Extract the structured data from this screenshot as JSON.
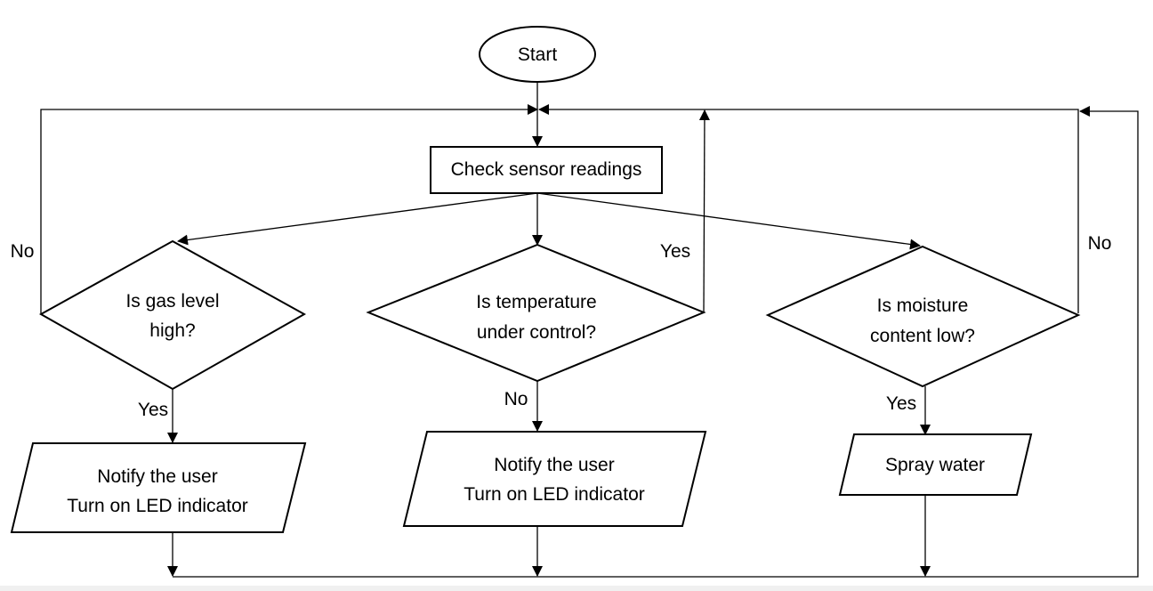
{
  "nodes": {
    "start": "Start",
    "check": "Check sensor readings",
    "gas_q": [
      "Is gas level",
      "high?"
    ],
    "temp_q": [
      "Is temperature",
      "under control?"
    ],
    "moist_q": [
      "Is moisture",
      "content low?"
    ],
    "notify_left": [
      "Notify the user",
      "Turn on LED indicator"
    ],
    "notify_mid": [
      "Notify the user",
      "Turn on LED indicator"
    ],
    "spray": "Spray water"
  },
  "edges": {
    "gas_no": "No",
    "gas_yes": "Yes",
    "temp_yes": "Yes",
    "temp_no": "No",
    "moist_no": "No",
    "moist_yes": "Yes"
  }
}
